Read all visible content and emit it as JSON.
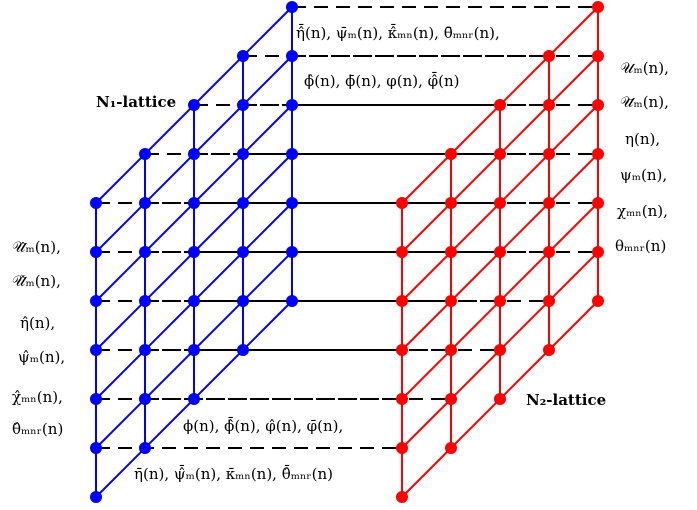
{
  "lattices": [
    {
      "name": "N1",
      "label": "N₁-lattice",
      "color": "#0000ff"
    },
    {
      "name": "N2",
      "label": "N₂-lattice",
      "color": "#ff0000"
    }
  ],
  "grid_size": 5,
  "connector_style": "dashed",
  "label_top_row1": "η̂̄(n), ψ̄ₘ(n), κ̂̄ₘₙ(n), θ̄ₘₙᵣ(n),",
  "label_top_row2": "ϕ̂(n), ϕ̄(n), φ(n), φ̂̄(n)",
  "label_bottom_row1": "ϕ(n), ϕ̂̄(n), φ̂(n), φ̄(n),",
  "label_bottom_row2": "η̄(n), ψ̂̄ₘ(n), κ̄ₘₙ(n), θ̂̄ₘₙᵣ(n)",
  "left_fields": [
    "𝒰̂ₘ(n),",
    "𝒰̂̄ₘ(n),",
    "η̂(n),",
    "ψ̂ₘ(n),",
    "χ̂ₘₙ(n),",
    "θ̂ₘₙᵣ(n)"
  ],
  "right_fields": [
    "𝒰ₘ(n),",
    "𝒰̄ₘ(n),",
    "η(n),",
    "ψₘ(n),",
    "χₘₙ(n),",
    "θₘₙᵣ(n)"
  ]
}
